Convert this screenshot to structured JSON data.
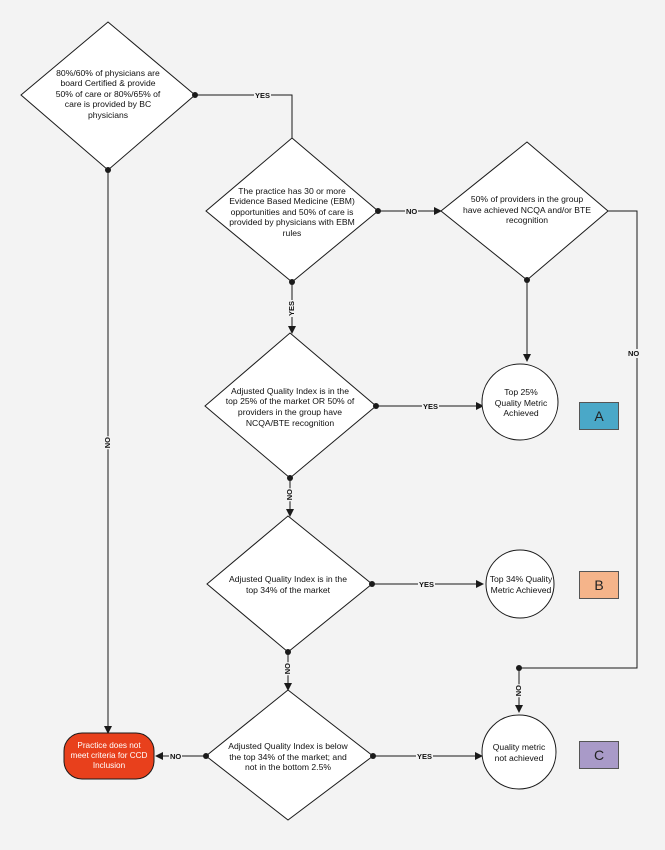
{
  "nodes": {
    "board_certified": "80%/60% of physicians are board Certified & provide 50% of care or 80%/65% of care is provided by BC physicians",
    "ebm_opportunities": "The practice has 30 or more Evidence Based Medicine (EBM) opportunities and 50% of care is provided by physicians with EBM rules",
    "ncqa_bte": "50% of providers in the group have achieved NCQA and/or BTE recognition",
    "aqi_top25": "Adjusted Quality Index is in the top 25% of the market OR 50% of providers in the group have NCQA/BTE recognition",
    "aqi_top34": "Adjusted Quality Index is in the top 34% of the market",
    "aqi_below34": "Adjusted Quality Index is below the top 34% of the market; and not in the bottom 2.5%",
    "top25_achieved": "Top 25% Quality Metric Achieved",
    "top34_achieved": "Top 34% Quality Metric Achieved",
    "not_achieved": "Quality metric not achieved",
    "not_meet_criteria": "Practice does not meet criteria for CCD Inclusion"
  },
  "edge_labels": {
    "yes": "YES",
    "no": "NO"
  },
  "tags": {
    "a": "A",
    "b": "B",
    "c": "C"
  },
  "colors": {
    "line": "#1a1a1a",
    "diamond_fill": "#ffffff",
    "circle_fill": "#ffffff",
    "terminal_fill": "#e8401c",
    "tag_a": "#4aa8c8",
    "tag_b": "#f5b48a",
    "tag_c": "#a99ac8"
  }
}
